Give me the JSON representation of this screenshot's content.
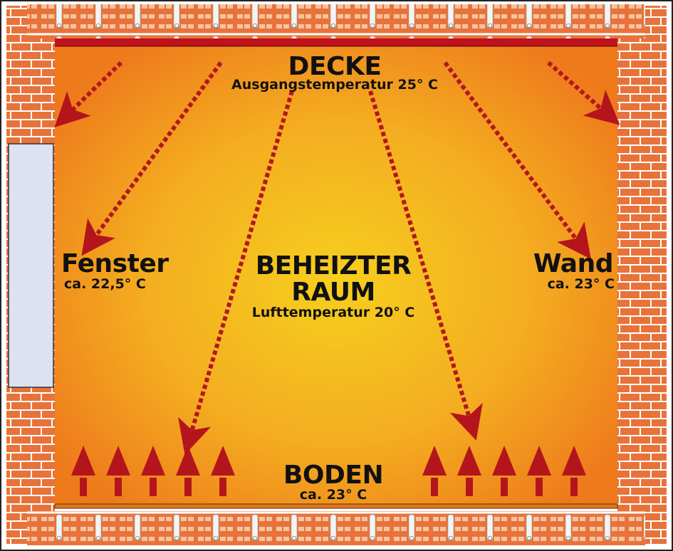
{
  "colors": {
    "brick": "#e8733a",
    "mortar": "#ffffff",
    "room_edge": "#ee7a1c",
    "room_center": "#f6cf1e",
    "heating_strip": "#c0121c",
    "arrow": "#b4151c",
    "window_glass": "#dde1f2",
    "text": "#111111"
  },
  "labels": {
    "ceiling_title": "DECKE",
    "ceiling_sub": "Ausgangstemperatur 25° C",
    "window_title": "Fenster",
    "window_sub": "ca. 22,5° C",
    "room_line1": "BEHEIZTER",
    "room_line2": "RAUM",
    "room_sub": "Lufttemperatur 20° C",
    "wall_title": "Wand",
    "wall_sub": "ca. 23° C",
    "floor_title": "BODEN",
    "floor_sub": "ca. 23° C"
  },
  "icons": {
    "radiation_arrows": "dotted-arrow-icon",
    "convection_arrows": "up-arrow-icon"
  }
}
